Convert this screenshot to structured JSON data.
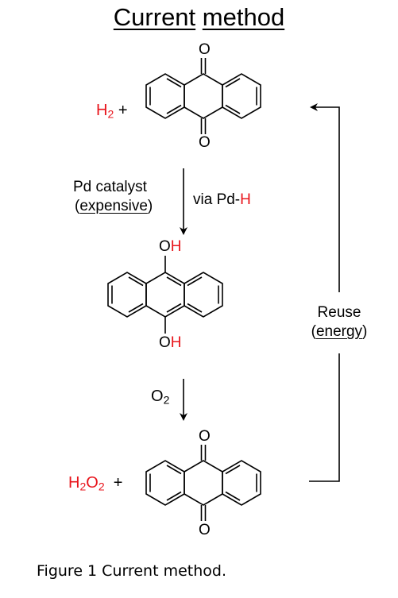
{
  "title": {
    "word1": "Current",
    "word2": "method"
  },
  "top_row": {
    "h2_symbol": "H",
    "h2_sub": "2",
    "plus": "+"
  },
  "atoms": {
    "oxygen": "O",
    "hydroxyl": "OH",
    "hydroxyl_o": "O",
    "hydroxyl_h": "H"
  },
  "step1": {
    "catalyst_line1": "Pd catalyst",
    "catalyst_open": "(",
    "catalyst_word": "expensive",
    "catalyst_close": ")",
    "via_text": "via Pd-",
    "via_h": "H"
  },
  "step2": {
    "o2_symbol": "O",
    "o2_sub": "2"
  },
  "bottom_row": {
    "h2o2_h": "H",
    "h2o2_sub1": "2",
    "h2o2_o": "O",
    "h2o2_sub2": "2",
    "plus": "+"
  },
  "reuse": {
    "line1": "Reuse",
    "open": "(",
    "word": "energy",
    "close": ")"
  },
  "caption": "Figure 1 Current method.",
  "colors": {
    "highlight": "#e8141b",
    "ink": "#000000"
  }
}
